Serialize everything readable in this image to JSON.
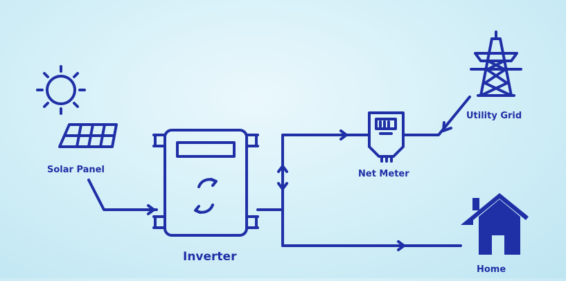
{
  "labels": {
    "solar_panel": "Solar Panel",
    "inverter": "Inverter",
    "net_meter": "Net Meter",
    "utility_grid": "Utility Grid",
    "home": "Home"
  },
  "icons": {
    "sun": "sun-icon",
    "solar_panel": "solar-panel-icon",
    "inverter": "inverter-icon",
    "net_meter": "meter-icon",
    "utility_grid": "transmission-tower-icon",
    "home": "house-icon"
  },
  "colors": {
    "primary": "#1f2fa6",
    "background": "#d6f0f8"
  }
}
